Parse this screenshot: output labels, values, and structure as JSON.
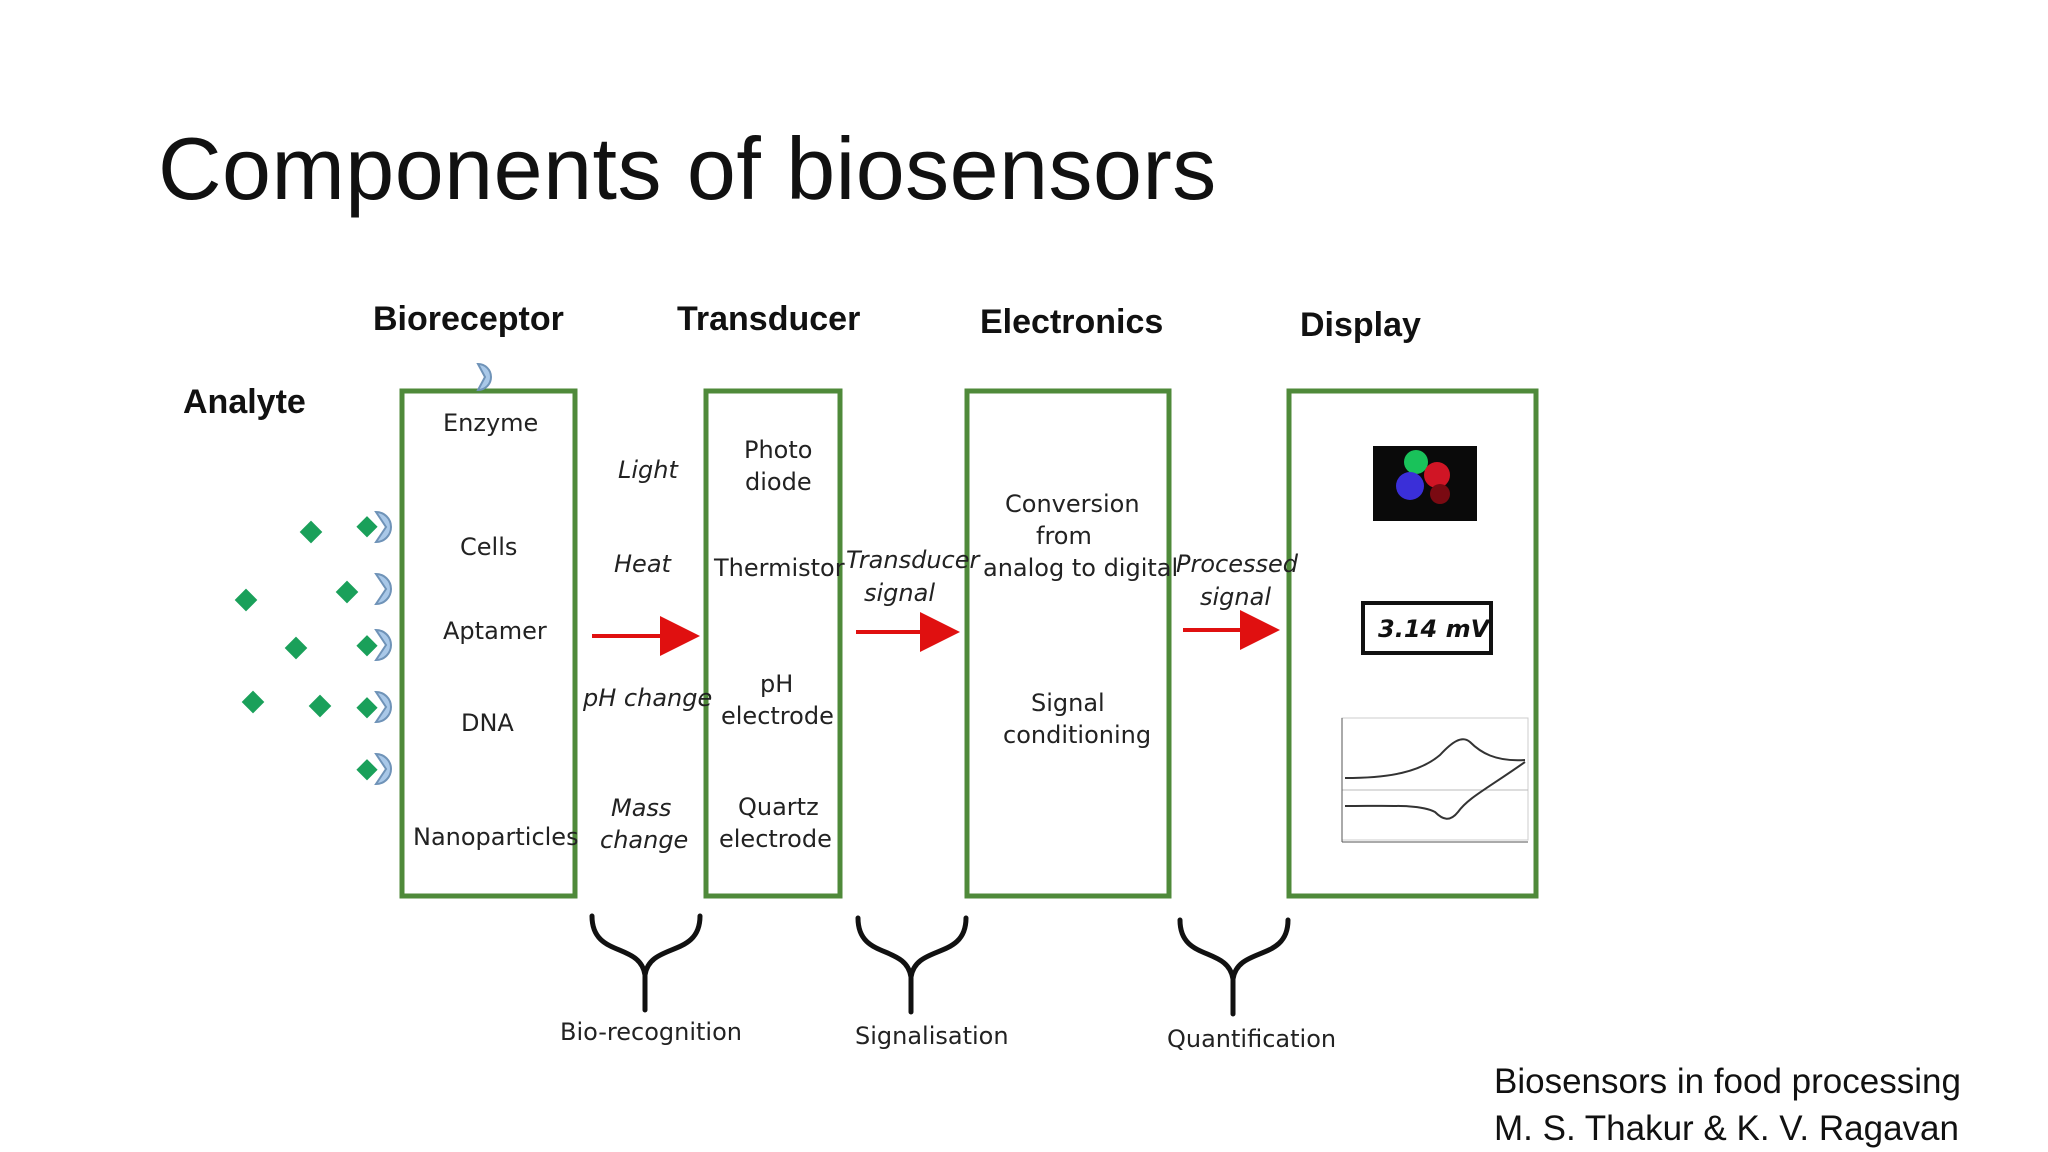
{
  "title": "Components of biosensors",
  "citation": {
    "line1": "Biosensors in food processing",
    "line2": "M. S. Thakur & K. V. Ragavan"
  },
  "diagram": {
    "analyte_label": "Analyte",
    "headers": {
      "bioreceptor": "Bioreceptor",
      "transducer": "Transducer",
      "electronics": "Electronics",
      "display": "Display"
    },
    "bioreceptor_items": [
      "Enzyme",
      "Cells",
      "Aptamer",
      "DNA",
      "Nanoparticles"
    ],
    "signal_types": {
      "light": "Light",
      "heat": "Heat",
      "ph_change": "pH change",
      "mass_change_1": "Mass",
      "mass_change_2": "change"
    },
    "transducer_items": {
      "photo_1": "Photo",
      "photo_2": "diode",
      "thermistor": "Thermistor",
      "ph_1": "pH",
      "ph_2": "electrode",
      "quartz_1": "Quartz",
      "quartz_2": "electrode"
    },
    "transducer_signal": {
      "line1": "Transducer",
      "line2": "signal"
    },
    "electronics_items": {
      "conv_1": "Conversion",
      "conv_2": "from",
      "conv_3": "analog to digital",
      "sig_1": "Signal",
      "sig_2": "conditioning"
    },
    "processed_signal": {
      "line1": "Processed",
      "line2": "signal"
    },
    "display_reading": "3.14 mV",
    "stages": {
      "biorecognition": "Bio-recognition",
      "signalisation": "Signalisation",
      "quantification": "Quantification"
    },
    "colors": {
      "box_border": "#4f8a3a",
      "arrow": "#e01010",
      "analyte": "#1aa05a",
      "receptor": "#a9c8e8"
    }
  }
}
